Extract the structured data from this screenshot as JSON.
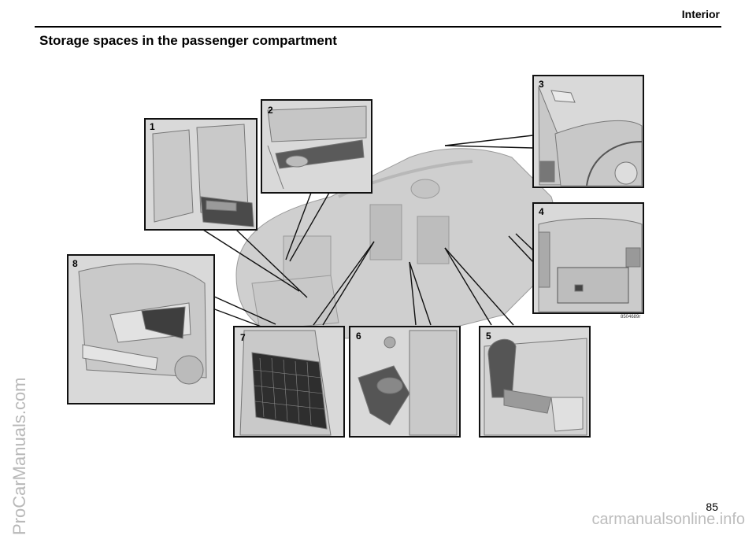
{
  "header": {
    "section": "Interior"
  },
  "page": {
    "title": "Storage spaces in the passenger compartment",
    "number": "85",
    "figure_code": "8504689r"
  },
  "callouts": [
    "1",
    "2",
    "3",
    "4",
    "5",
    "6",
    "7",
    "8"
  ],
  "watermarks": {
    "side": "ProCarManuals.com",
    "bottom": "carmanualsonline.info"
  },
  "colors": {
    "panel_fill": "#d9d9d9",
    "car_fill": "#cfcfcf",
    "line": "#333333"
  }
}
